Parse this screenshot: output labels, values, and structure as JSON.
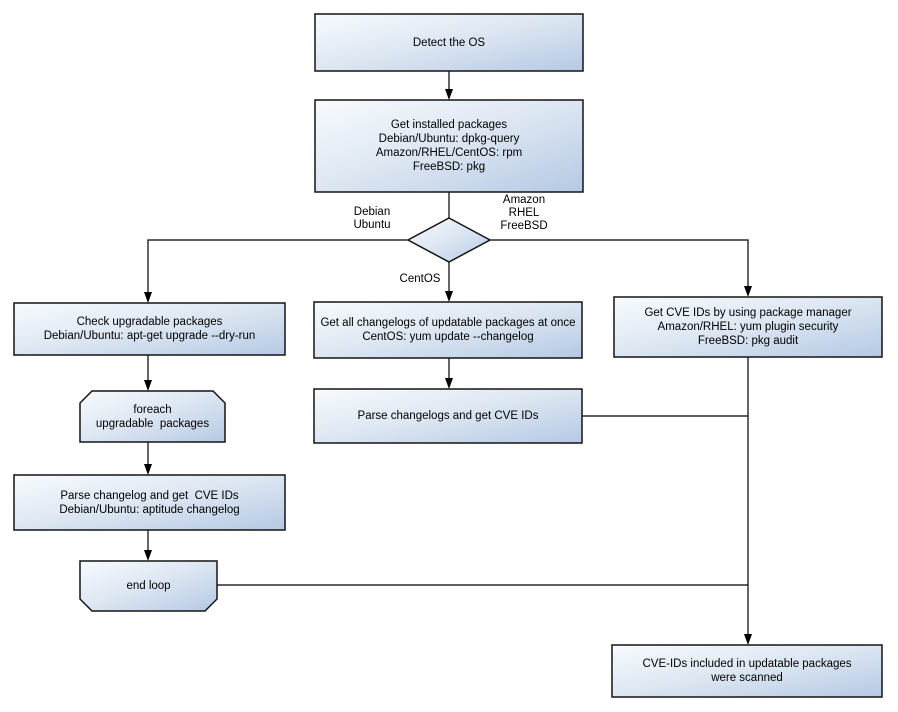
{
  "diagram": {
    "title_hint": "OS package CVE scan flowchart",
    "colors": {
      "node_fill_light": "#f8fbfe",
      "node_fill_mid": "#dce6f2",
      "node_fill_dark": "#b5c9e4",
      "node_border": "#141414",
      "connector": "#000000",
      "text": "#000000",
      "background": "#ffffff"
    },
    "nodes": {
      "detect_os": {
        "lines": [
          "Detect the OS"
        ]
      },
      "get_installed_packages": {
        "lines": [
          "Get installed packages",
          "Debian/Ubuntu: dpkg-query",
          "Amazon/RHEL/CentOS: rpm",
          "FreeBSD: pkg"
        ]
      },
      "os_decision": {
        "type": "decision"
      },
      "check_upgradable": {
        "lines": [
          "Check upgradable packages",
          "Debian/Ubuntu: apt-get upgrade --dry-run"
        ]
      },
      "foreach_loop": {
        "lines": [
          "foreach",
          "upgradable  packages"
        ]
      },
      "parse_changelog_debian": {
        "lines": [
          "Parse changelog and get  CVE IDs",
          "Debian/Ubuntu: aptitude changelog"
        ]
      },
      "end_loop": {
        "lines": [
          "end loop"
        ]
      },
      "get_all_changelogs": {
        "lines": [
          "Get all changelogs of updatable packages at once",
          "CentOS: yum update --changelog"
        ]
      },
      "parse_changelogs_centos": {
        "lines": [
          "Parse changelogs and get CVE IDs"
        ]
      },
      "get_cve_ids_pkg_mgr": {
        "lines": [
          "Get CVE IDs by using package manager",
          "Amazon/RHEL: yum plugin security",
          "FreeBSD: pkg audit"
        ]
      },
      "result_scanned": {
        "lines": [
          "CVE-IDs included in updatable packages",
          "were scanned"
        ]
      }
    },
    "edge_labels": {
      "debian_ubuntu": {
        "lines": [
          "Debian",
          "Ubuntu"
        ]
      },
      "amazon_rhel_freebsd": {
        "lines": [
          "Amazon",
          "RHEL",
          "FreeBSD"
        ]
      },
      "centos": "CentOS"
    }
  }
}
